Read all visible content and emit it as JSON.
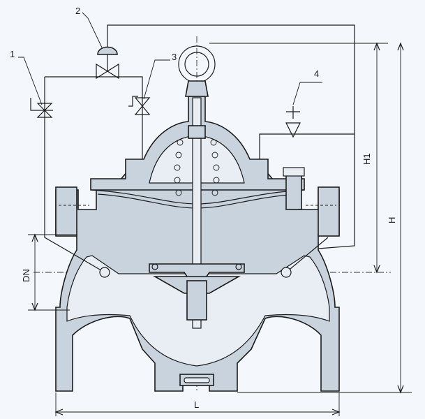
{
  "callouts": [
    {
      "id": "1",
      "label": "1"
    },
    {
      "id": "2",
      "label": "2"
    },
    {
      "id": "3",
      "label": "3"
    },
    {
      "id": "4",
      "label": "4"
    }
  ],
  "dimensions": {
    "h1": "H1",
    "h": "H",
    "dn": "DN",
    "l": "L"
  },
  "colors": {
    "line": "#1b1b1b",
    "body_fill": "#c9d3de",
    "background": "#f4f7fb"
  }
}
